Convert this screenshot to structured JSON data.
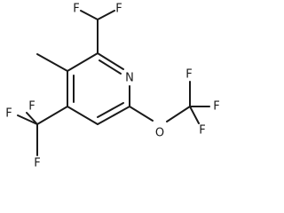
{
  "molecule": {
    "atoms": {
      "F_chf2_left": "F",
      "F_chf2_right": "F",
      "N_ring": "N",
      "O_ether": "O",
      "F_ocf3_top": "F",
      "F_ocf3_right": "F",
      "F_ocf3_bottom": "F",
      "F_cf3_left": "F",
      "F_cf3_top": "F",
      "F_cf3_bottom": "F"
    }
  }
}
